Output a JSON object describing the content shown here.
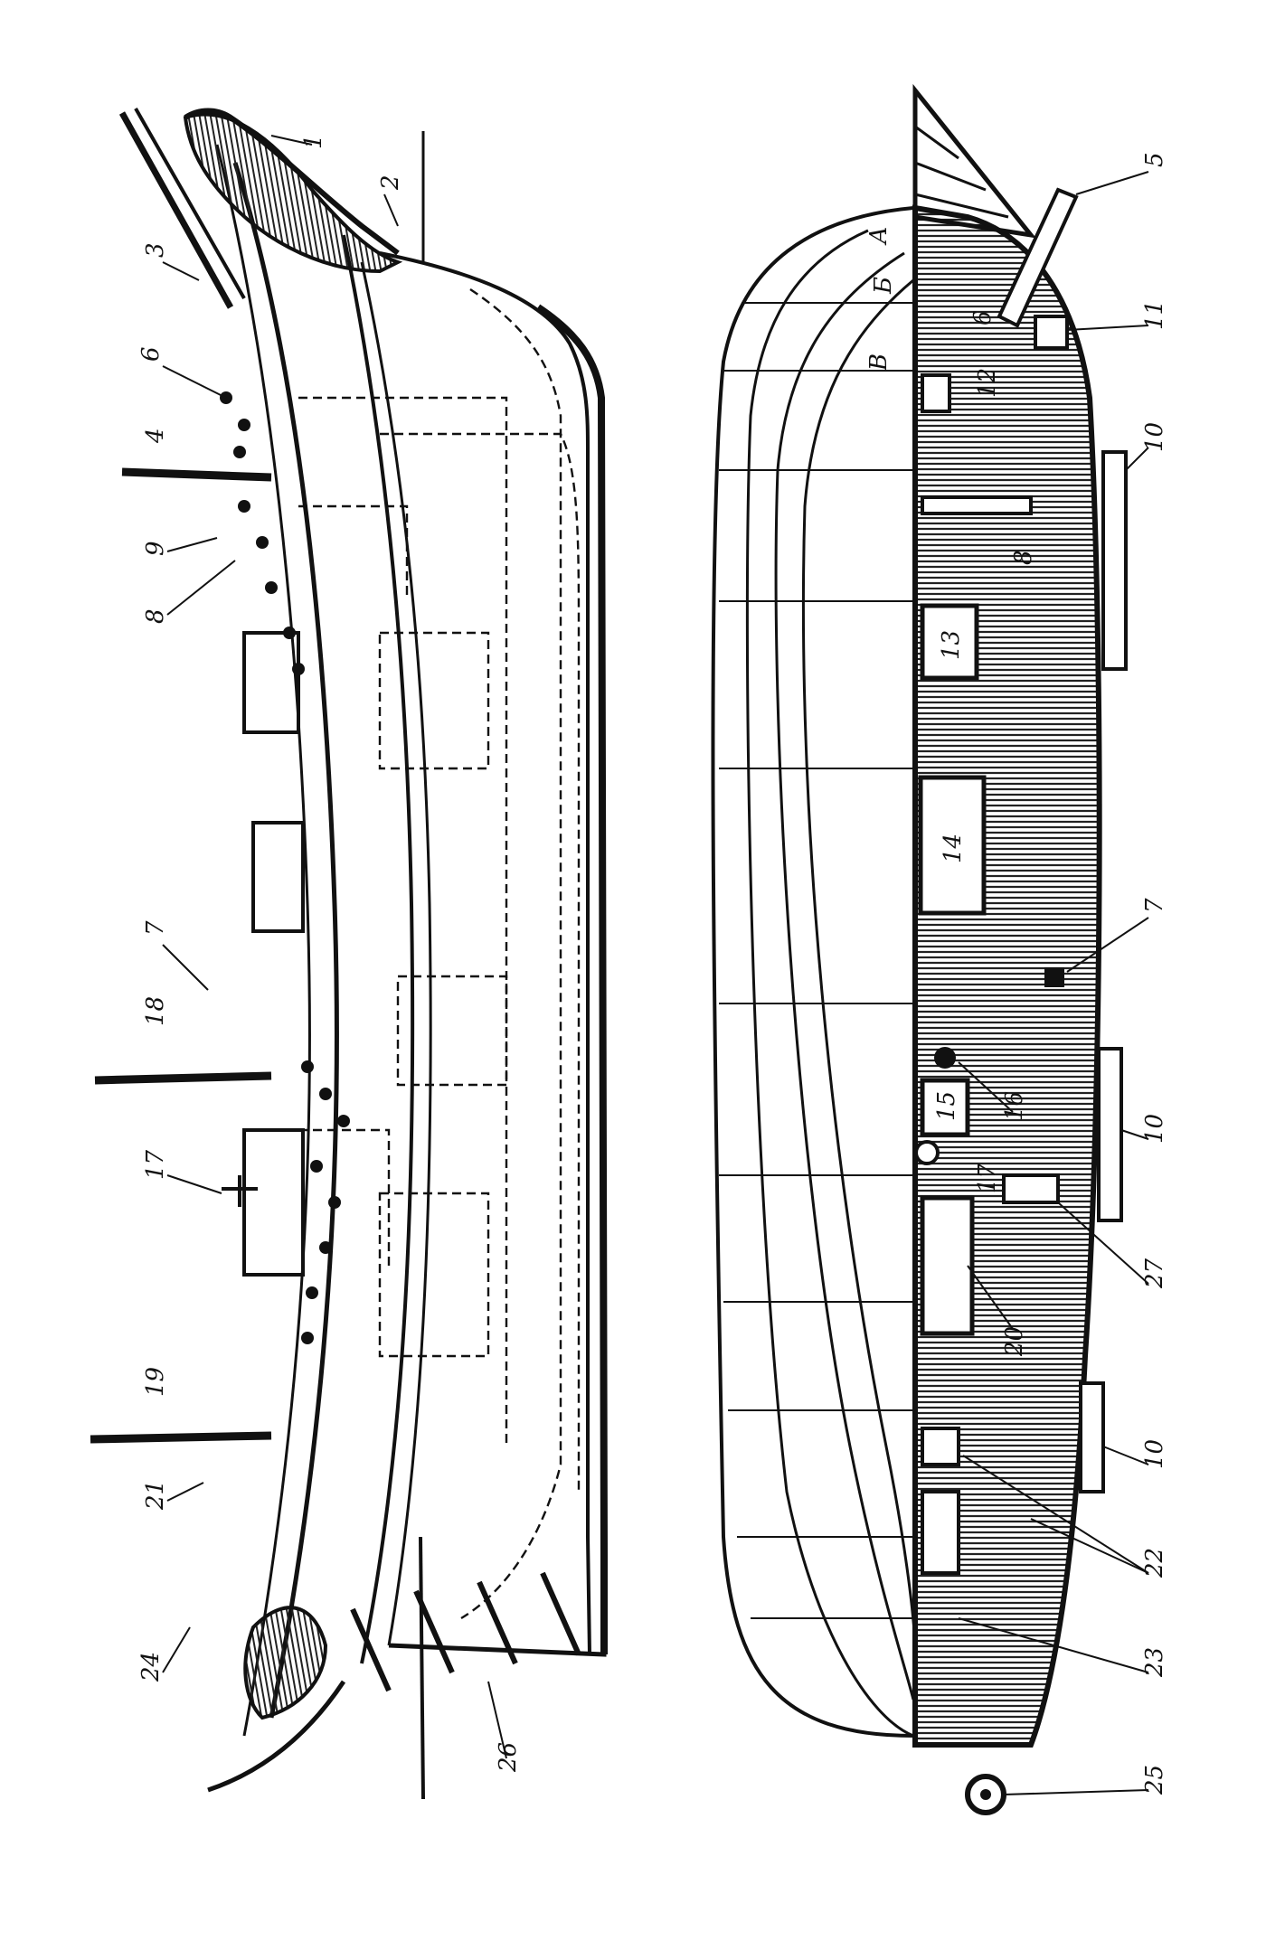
{
  "diagram": {
    "left_view_callouts": [
      "1",
      "2",
      "3",
      "6",
      "4",
      "9",
      "8",
      "7",
      "18",
      "17",
      "19",
      "21",
      "24",
      "26"
    ],
    "right_view_callouts": [
      "5",
      "А",
      "Б",
      "В",
      "6",
      "11",
      "12",
      "10",
      "8",
      "13",
      "14",
      "7",
      "16",
      "15",
      "10",
      "17",
      "27",
      "20",
      "10",
      "22",
      "23",
      "25"
    ],
    "ink_color": "#111111",
    "deck_hatch_color": "#222222"
  }
}
